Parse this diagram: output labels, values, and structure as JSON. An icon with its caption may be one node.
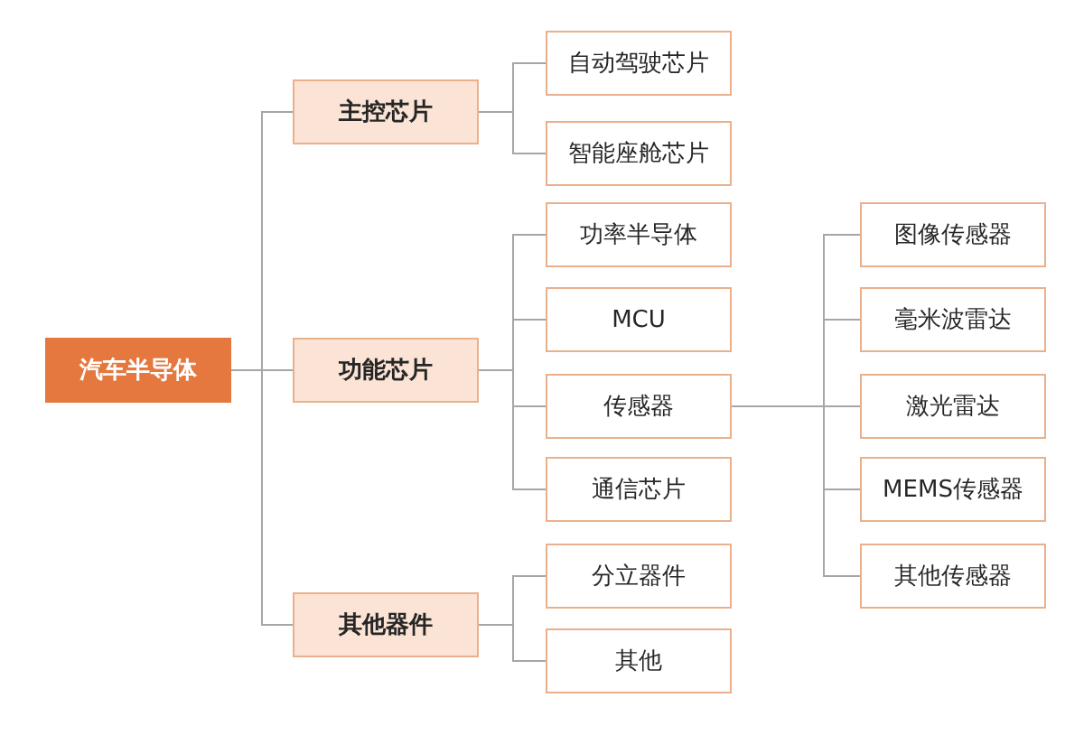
{
  "diagram": {
    "nodes": [
      {
        "text": [
          "汽车半导体"
        ]
      },
      {
        "text": [
          "主控芯片"
        ]
      },
      {
        "text": [
          "自动驾驶芯片"
        ]
      },
      {
        "text": [
          "智能座舱芯片"
        ]
      },
      {
        "text": [
          "功能芯片"
        ]
      },
      {
        "text": [
          "功率半导体"
        ]
      },
      {
        "text": [
          "MCU"
        ]
      },
      {
        "text": [
          "传感器"
        ]
      },
      {
        "text": [
          "通信芯片"
        ]
      },
      {
        "text": [
          "图像传感器"
        ]
      },
      {
        "text": [
          "毫米波雷达"
        ]
      },
      {
        "text": [
          "激光雷达"
        ]
      },
      {
        "text": [
          "MEMS传感器"
        ]
      },
      {
        "text": [
          "其他传感器"
        ]
      },
      {
        "text": [
          "其他器件"
        ]
      },
      {
        "text": [
          "分立器件"
        ]
      },
      {
        "text": [
          "其他"
        ]
      }
    ],
    "edges": [
      {
        "from": 0,
        "to": 1,
        "arrow": "none"
      },
      {
        "from": 0,
        "to": 4,
        "arrow": "none"
      },
      {
        "from": 0,
        "to": 14,
        "arrow": "none"
      },
      {
        "from": 1,
        "to": 2,
        "arrow": "none"
      },
      {
        "from": 1,
        "to": 3,
        "arrow": "none"
      },
      {
        "from": 4,
        "to": 5,
        "arrow": "none"
      },
      {
        "from": 4,
        "to": 6,
        "arrow": "none"
      },
      {
        "from": 4,
        "to": 7,
        "arrow": "none"
      },
      {
        "from": 4,
        "to": 8,
        "arrow": "none"
      },
      {
        "from": 7,
        "to": 9,
        "arrow": "none"
      },
      {
        "from": 7,
        "to": 10,
        "arrow": "none"
      },
      {
        "from": 7,
        "to": 11,
        "arrow": "none"
      },
      {
        "from": 7,
        "to": 12,
        "arrow": "none"
      },
      {
        "from": 7,
        "to": 13,
        "arrow": "none"
      },
      {
        "from": 14,
        "to": 15,
        "arrow": "none"
      },
      {
        "from": 14,
        "to": 16,
        "arrow": "none"
      }
    ]
  }
}
